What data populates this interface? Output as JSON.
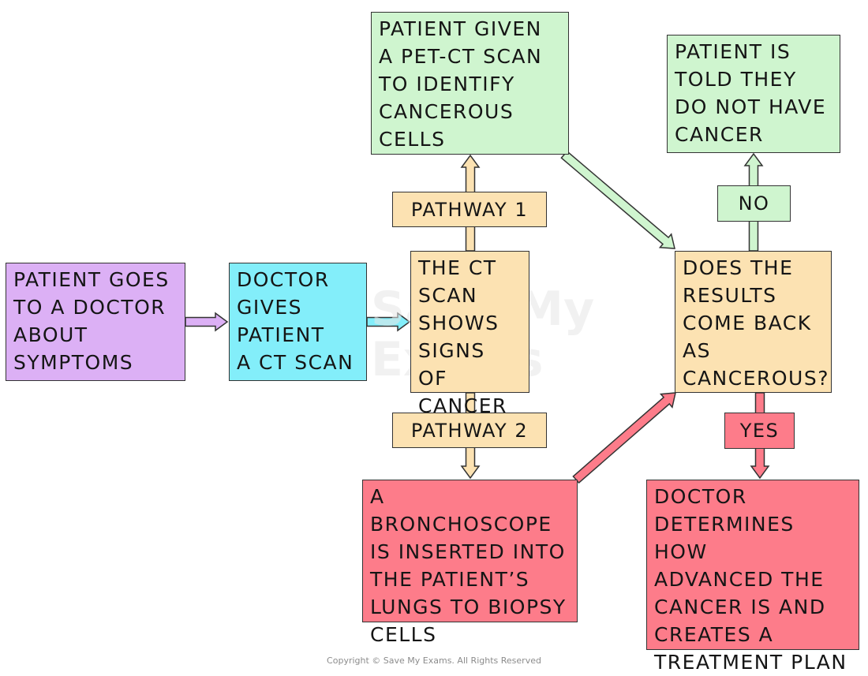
{
  "nodes": {
    "patient_goes": "PATIENT GOES\nTO A DOCTOR\nABOUT\nSYMPTOMS",
    "doctor_ct": "DOCTOR\nGIVES\nPATIENT\nA CT SCAN",
    "ct_signs": "THE CT\nSCAN\nSHOWS\nSIGNS OF\nCANCER",
    "pet_ct": "PATIENT GIVEN\nA PET-CT SCAN\nTO IDENTIFY\nCANCEROUS\nCELLS",
    "bronchoscope": "A BRONCHOSCOPE\nIS INSERTED INTO\nTHE PATIENT’S\nLUNGS TO BIOPSY\nCELLS",
    "results_question": "DOES THE\nRESULTS\nCOME BACK\nAS\nCANCEROUS?",
    "no_cancer": "PATIENT IS\nTOLD THEY\nDO NOT HAVE\nCANCER",
    "treatment_plan": "DOCTOR\nDETERMINES HOW\nADVANCED THE\nCANCER IS AND\nCREATES A\nTREATMENT PLAN"
  },
  "labels": {
    "pathway1": "PATHWAY 1",
    "pathway2": "PATHWAY 2",
    "no": "NO",
    "yes": "YES"
  },
  "watermark": "Save My\nExams",
  "copyright": "Copyright © Save My Exams. All Rights Reserved",
  "colors": {
    "purple": "#dcb0f5",
    "cyan": "#83eefa",
    "orange": "#fce2b2",
    "green": "#cff5cf",
    "red": "#fd7c8a"
  }
}
